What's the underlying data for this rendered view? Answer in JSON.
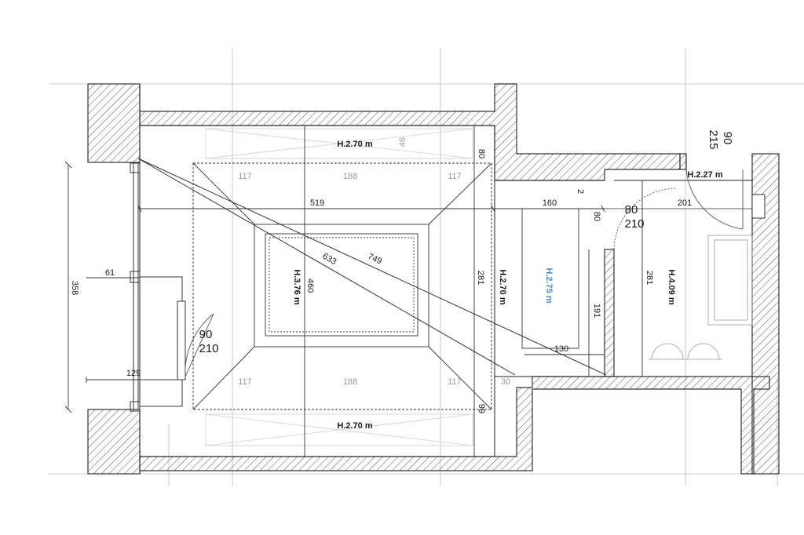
{
  "levels": {
    "top": "H.2.70 m",
    "bottom": "H.2.70 m",
    "center": "H.3.76 m",
    "right_strip": "H.2.70 m",
    "inner": "H.2.75 m",
    "bath": "H.4.09 m",
    "corridor": "H.2.27 m"
  },
  "dims": {
    "width_total": "519",
    "diag_a": "633",
    "diag_b": "749",
    "height_460": "460",
    "height_281": "281",
    "height_281_b": "281",
    "height_358": "358",
    "top_80": "80",
    "bottom_99": "99",
    "left_61": "61",
    "left_129": "129",
    "corr_160": "160",
    "corr_201": "201",
    "corr_80": "80",
    "small_2": "2",
    "h_191": "191",
    "w_130": "130",
    "grey_117_tl": "117",
    "grey_188_t": "188",
    "grey_117_tr": "117",
    "grey_117_bl": "117",
    "grey_188_b": "188",
    "grey_117_br": "117",
    "grey_46": "46",
    "grey_30": "30"
  },
  "doors": {
    "left_w": "90",
    "left_h": "210",
    "mid_w": "80",
    "mid_h": "210",
    "top_w": "90",
    "top_h": "215"
  }
}
